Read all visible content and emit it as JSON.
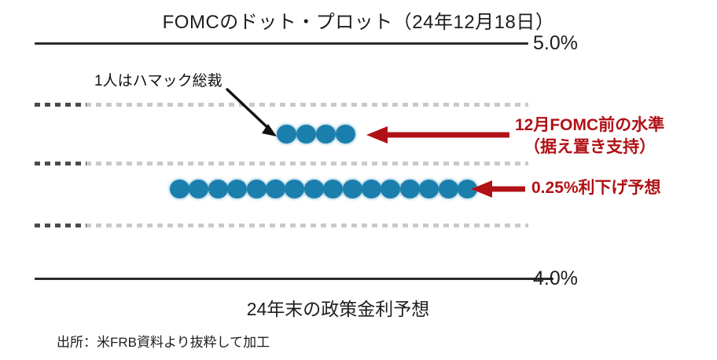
{
  "chart_data": {
    "type": "scatter",
    "title": "FOMCのドット・プロット（24年12月18日）",
    "xlabel": "24年末の政策金利予想",
    "ylabel": "",
    "ylim": [
      4.0,
      5.0
    ],
    "grid": true,
    "legend_position": "none",
    "axis_ticks": [
      {
        "value": "5.0%",
        "style": "solid"
      },
      {
        "value": "",
        "style": "dotted"
      },
      {
        "value": "",
        "style": "dotted"
      },
      {
        "value": "",
        "style": "dotted"
      },
      {
        "value": "4.0%",
        "style": "solid"
      }
    ],
    "y_top_label": "5.0%",
    "y_bottom_label": "4.0%",
    "series": [
      {
        "name": "12月FOMC前の水準（据え置き支持）",
        "level_percent": 4.625,
        "count": 4,
        "color": "#1b7fae"
      },
      {
        "name": "0.25%利下げ予想",
        "level_percent": 4.375,
        "count": 16,
        "color": "#1b7fae"
      }
    ],
    "annotations": [
      {
        "id": "hammack-callout",
        "text": "1人はハマック総裁",
        "color": "#111111",
        "arrow": "black-diagonal-down-right"
      },
      {
        "id": "pre-fomc-level",
        "line1": "12月FOMC前の水準",
        "line2": "（据え置き支持）",
        "color": "#b01116",
        "arrow": "red-left"
      },
      {
        "id": "rate-cut-forecast",
        "line1": "0.25%利下げ予想",
        "line2": "",
        "color": "#b01116",
        "arrow": "red-left"
      }
    ],
    "source": "出所：米FRB資料より抜粋して加工"
  },
  "chart": {
    "title": "FOMCのドット・プロット（24年12月18日）",
    "y_top_label": "5.0%",
    "y_bottom_label": "4.0%",
    "x_axis_title": "24年末の政策金利予想",
    "source": "出所：米FRB資料より抜粋して加工"
  },
  "annotations": {
    "callout": "1人はハマック総裁",
    "pre_fomc_line1": "12月FOMC前の水準",
    "pre_fomc_line2": "（据え置き支持）",
    "rate_cut": "0.25%利下げ予想"
  },
  "colors": {
    "dot": "#1b7fae",
    "red": "#b01116",
    "axis": "#2b2b2b",
    "grid": "#c9c9c9"
  }
}
